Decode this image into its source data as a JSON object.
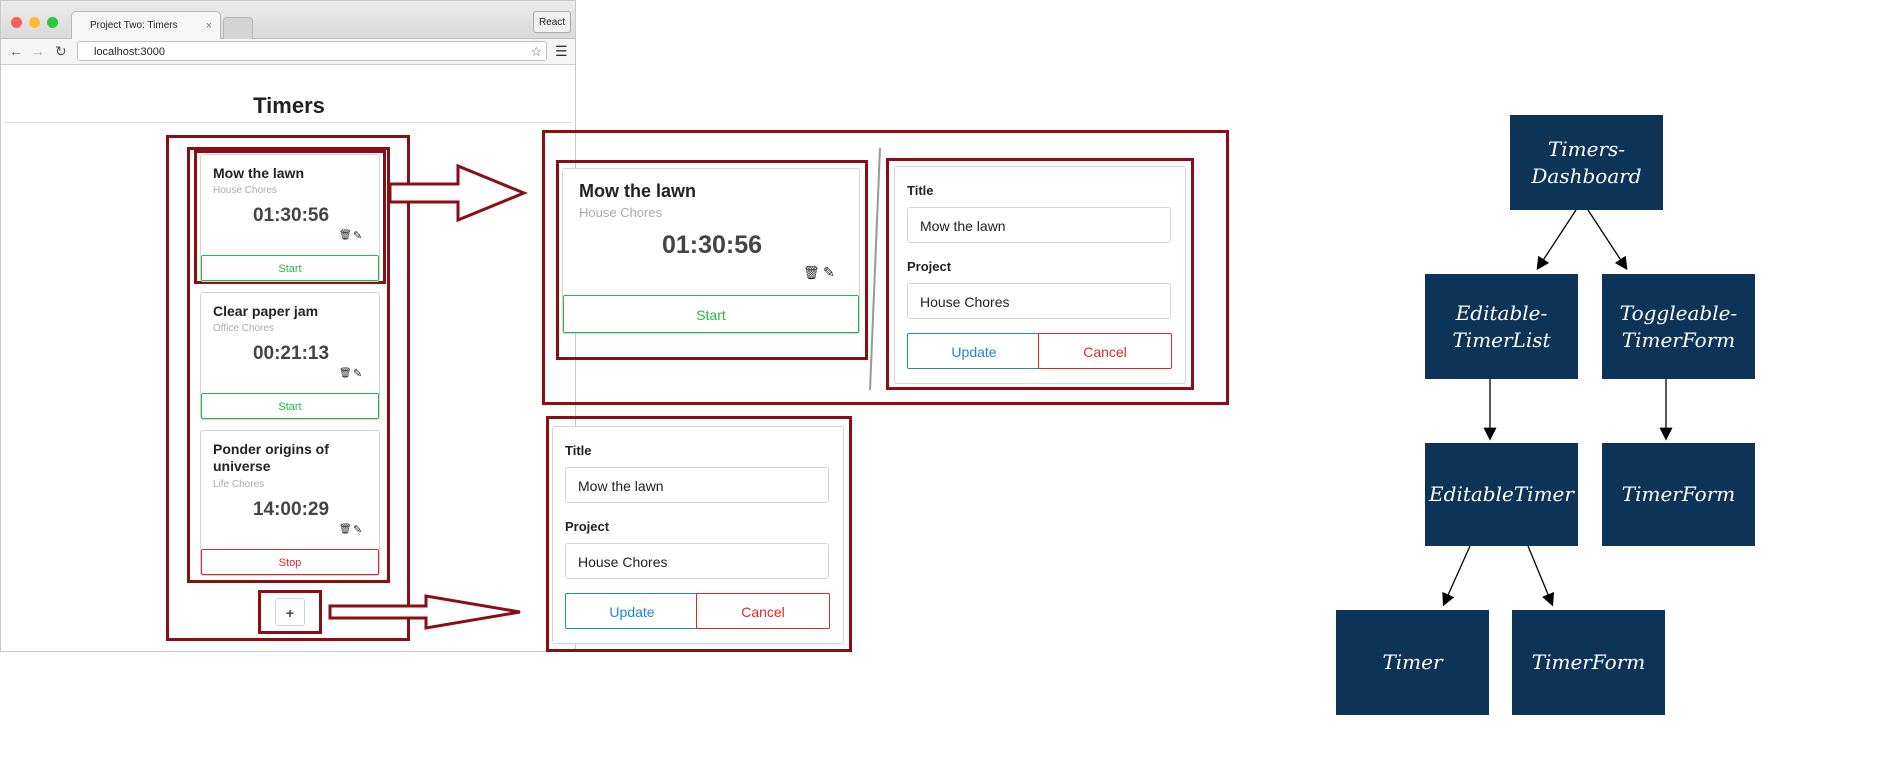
{
  "browser": {
    "tab_title": "Project Two: Timers",
    "tab_close": "×",
    "react_button": "React",
    "url": "localhost:3000",
    "page_title": "Timers"
  },
  "list": {
    "timers": [
      {
        "title": "Mow the lawn",
        "project": "House Chores",
        "elapsed": "01:30:56",
        "button": "Start"
      },
      {
        "title": "Clear paper jam",
        "project": "Office Chores",
        "elapsed": "00:21:13",
        "button": "Start"
      },
      {
        "title": "Ponder origins of universe",
        "project": "Life Chores",
        "elapsed": "14:00:29",
        "button": "Stop"
      }
    ],
    "add_button": "+"
  },
  "detail_timer": {
    "title": "Mow the lawn",
    "project": "House Chores",
    "elapsed": "01:30:56",
    "button": "Start"
  },
  "edit_form": {
    "title_label": "Title",
    "title_value": "Mow the lawn",
    "project_label": "Project",
    "project_value": "House Chores",
    "update": "Update",
    "cancel": "Cancel"
  },
  "create_form": {
    "title_label": "Title",
    "title_value": "Mow the lawn",
    "project_label": "Project",
    "project_value": "House Chores",
    "update": "Update",
    "cancel": "Cancel"
  },
  "tree": {
    "root": [
      "Timers-",
      "Dashboard"
    ],
    "editable_list": [
      "Editable-",
      "TimerList"
    ],
    "toggleable_form": [
      "Toggleable-",
      "TimerForm"
    ],
    "editable_timer": "EditableTimer",
    "timer_form_right": "TimerForm",
    "timer": "Timer",
    "timer_form_bottom": "TimerForm"
  },
  "colors": {
    "annotation": "#8b0e14",
    "node": "#0d3357",
    "start": "#21ba45",
    "stop": "#db2828",
    "update": "#2185d0"
  }
}
